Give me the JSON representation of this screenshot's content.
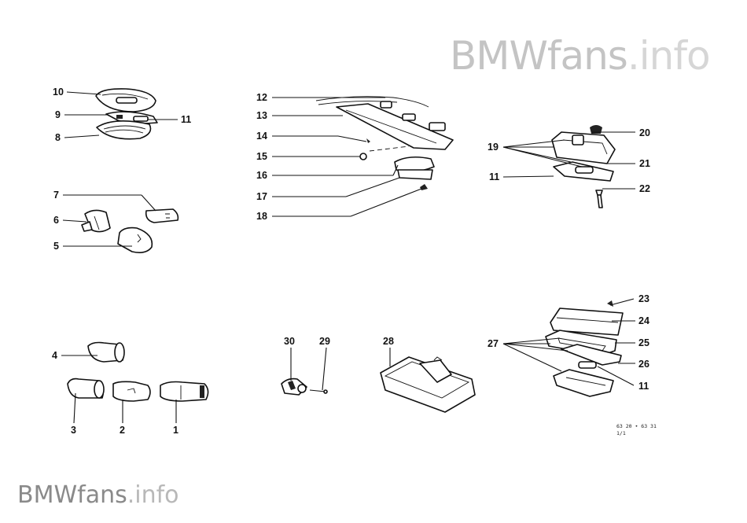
{
  "watermark_top": {
    "brand": "BMWfans",
    "suffix": ".info"
  },
  "watermark_bottom": {
    "brand": "BMWfans",
    "suffix": ".info"
  },
  "drawing_code": {
    "line1": "63 20 • 63 31",
    "line2": "1/1"
  },
  "callouts": {
    "c1": "1",
    "c2": "2",
    "c3": "3",
    "c4": "4",
    "c5": "5",
    "c6": "6",
    "c7": "7",
    "c8": "8",
    "c9": "9",
    "c10": "10",
    "c11a": "11",
    "c11b": "11",
    "c11c": "11",
    "c12": "12",
    "c13": "13",
    "c14": "14",
    "c15": "15",
    "c16": "16",
    "c17": "17",
    "c18": "18",
    "c19": "19",
    "c20": "20",
    "c21": "21",
    "c22": "22",
    "c23": "23",
    "c24": "24",
    "c25": "25",
    "c26": "26",
    "c27": "27",
    "c28": "28",
    "c29": "29",
    "c30": "30"
  }
}
